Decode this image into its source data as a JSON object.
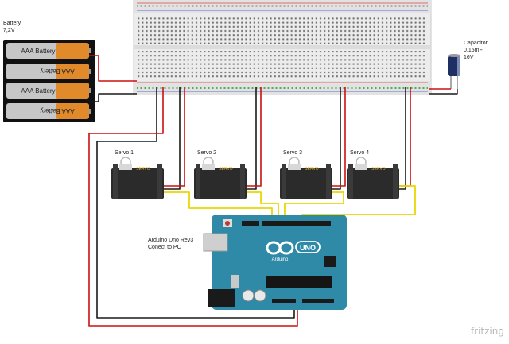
{
  "labels": {
    "battery": "Battery\n7,2V",
    "capacitor": "Capacitor\n0.15mF\n16V",
    "arduino": "Arduino Uno Rev3\nConect to PC",
    "watermark": "fritzing"
  },
  "batteries": [
    {
      "label": "AAA Battery"
    },
    {
      "label": "AAA Battery"
    },
    {
      "label": "AAA Battery"
    },
    {
      "label": "AAA Battery"
    }
  ],
  "servos": [
    {
      "name": "Servo 1",
      "brand": "SERVO"
    },
    {
      "name": "Servo 2",
      "brand": "SERVO"
    },
    {
      "name": "Servo 3",
      "brand": "SERVO"
    },
    {
      "name": "Servo 4",
      "brand": "SERVO"
    }
  ],
  "arduino_logo": "Arduino",
  "arduino_uno": "UNO",
  "colors": {
    "wire_red": "#cc1010",
    "wire_black": "#1a1a1a",
    "wire_yellow": "#e8d800",
    "board_teal": "#2f8aa7",
    "breadboard": "#ececec",
    "battery_orange": "#e08a2c",
    "servo_body": "#2b2b2b"
  }
}
